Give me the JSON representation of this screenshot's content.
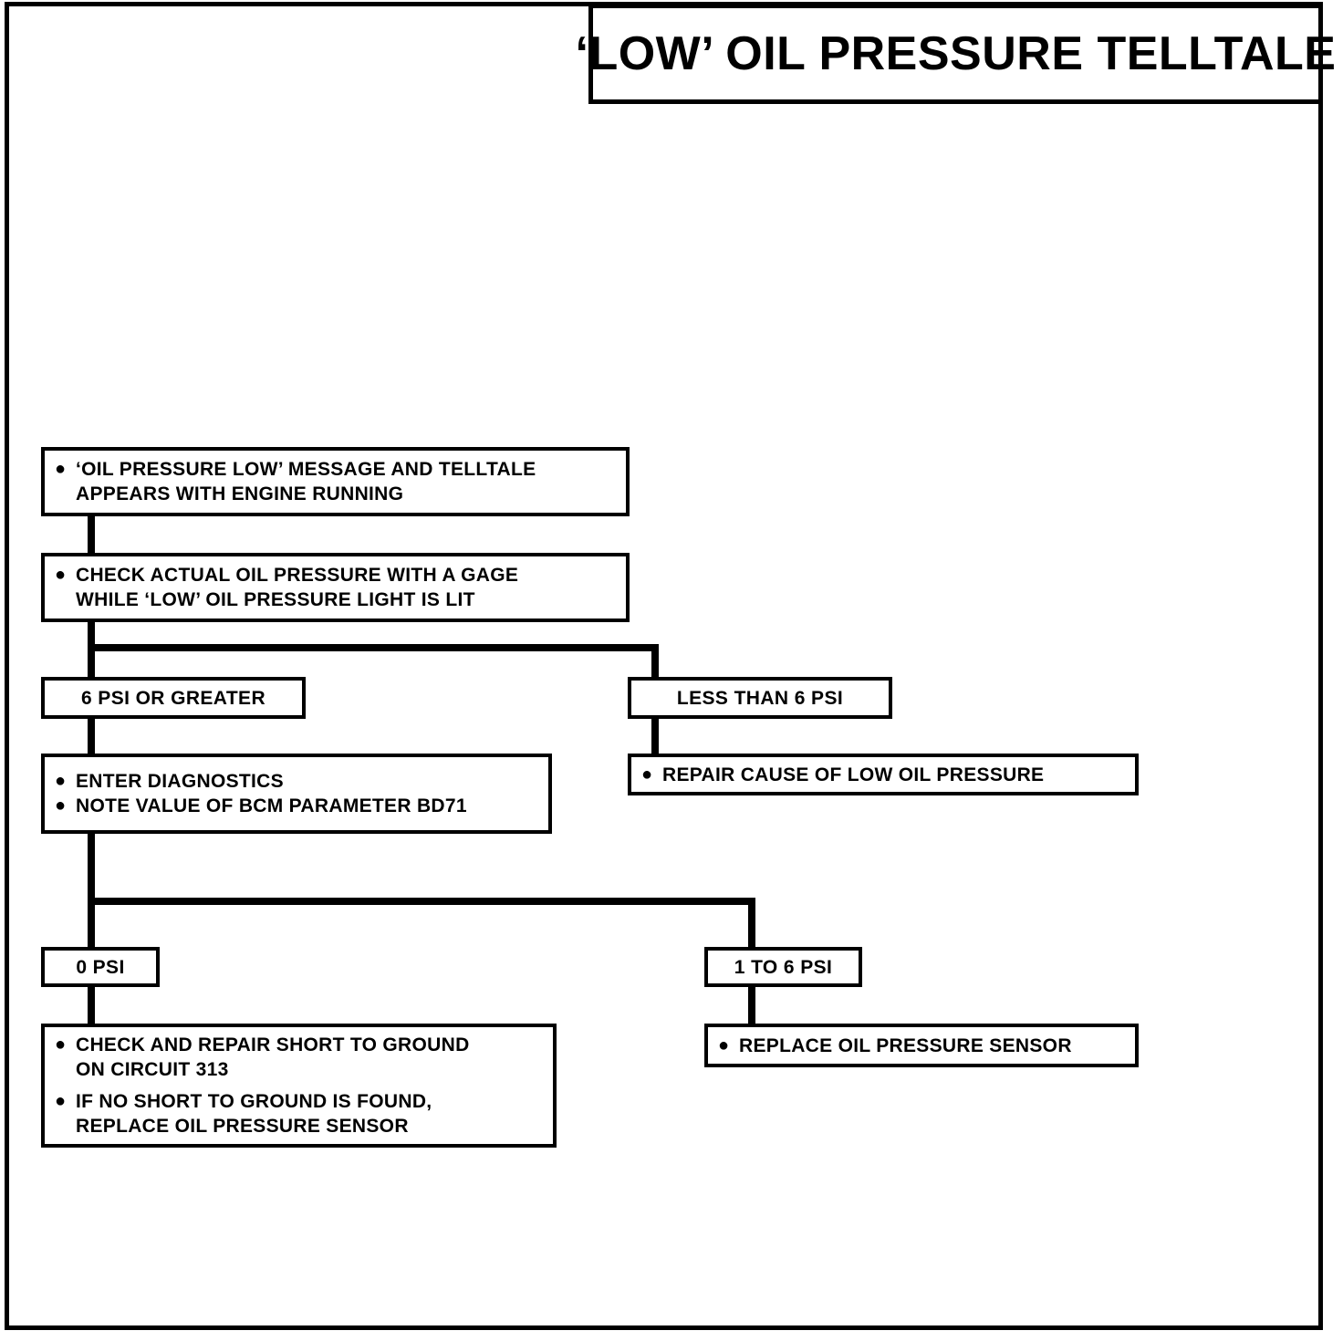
{
  "title": {
    "text": "‘LOW’ OIL PRESSURE TELLTALE"
  },
  "colors": {
    "line": "#000000",
    "background": "#ffffff",
    "text": "#000000"
  },
  "chart_data": {
    "type": "diagram",
    "title": "‘LOW’ OIL PRESSURE TELLTALE",
    "diagram_kind": "troubleshooting-flowchart",
    "nodes": [
      {
        "id": "n1",
        "kind": "bulleted",
        "bullets": [
          "‘OIL PRESSURE LOW’ MESSAGE AND TELLTALE\nAPPEARS WITH ENGINE RUNNING"
        ]
      },
      {
        "id": "n2",
        "kind": "bulleted",
        "bullets": [
          "CHECK ACTUAL OIL PRESSURE WITH A GAGE\nWHILE ‘LOW’ OIL PRESSURE LIGHT IS LIT"
        ]
      },
      {
        "id": "n3",
        "kind": "label",
        "label": "6 PSI OR GREATER"
      },
      {
        "id": "n4",
        "kind": "label",
        "label": "LESS THAN 6 PSI"
      },
      {
        "id": "n5",
        "kind": "bulleted",
        "bullets": [
          "ENTER DIAGNOSTICS",
          "NOTE VALUE OF BCM PARAMETER BD71"
        ]
      },
      {
        "id": "n6",
        "kind": "bulleted",
        "bullets": [
          "REPAIR CAUSE OF LOW OIL PRESSURE"
        ]
      },
      {
        "id": "n7",
        "kind": "label",
        "label": "0 PSI"
      },
      {
        "id": "n8",
        "kind": "label",
        "label": "1 TO 6 PSI"
      },
      {
        "id": "n9",
        "kind": "bulleted",
        "bullets": [
          "CHECK AND REPAIR SHORT TO GROUND\nON CIRCUIT 313",
          "IF NO SHORT TO GROUND IS FOUND,\nREPLACE OIL PRESSURE SENSOR"
        ]
      },
      {
        "id": "n10",
        "kind": "bulleted",
        "bullets": [
          "REPLACE OIL PRESSURE SENSOR"
        ]
      }
    ],
    "edges": [
      {
        "from": "n1",
        "to": "n2"
      },
      {
        "from": "n2",
        "to": "n3"
      },
      {
        "from": "n2",
        "to": "n4"
      },
      {
        "from": "n3",
        "to": "n5"
      },
      {
        "from": "n4",
        "to": "n6"
      },
      {
        "from": "n5",
        "to": "n7"
      },
      {
        "from": "n5",
        "to": "n8"
      },
      {
        "from": "n7",
        "to": "n9"
      },
      {
        "from": "n8",
        "to": "n10"
      }
    ]
  },
  "nodes": {
    "n1": {
      "bullet1_line1": "‘OIL PRESSURE LOW’ MESSAGE AND TELLTALE",
      "bullet1_line2": "APPEARS WITH ENGINE RUNNING",
      "bullet_glyph": "●"
    },
    "n2": {
      "bullet1_line1": "CHECK ACTUAL OIL PRESSURE WITH A GAGE",
      "bullet1_line2": "WHILE ‘LOW’ OIL PRESSURE LIGHT IS LIT",
      "bullet_glyph": "●"
    },
    "n3": {
      "label": "6 PSI OR GREATER"
    },
    "n4": {
      "label": "LESS THAN 6 PSI"
    },
    "n5": {
      "bullet1": "ENTER DIAGNOSTICS",
      "bullet2": "NOTE VALUE OF BCM PARAMETER BD71",
      "bullet_glyph": "●"
    },
    "n6": {
      "bullet1": "REPAIR CAUSE OF LOW OIL PRESSURE",
      "bullet_glyph": "●"
    },
    "n7": {
      "label": "0 PSI"
    },
    "n8": {
      "label": "1 TO 6 PSI"
    },
    "n9": {
      "bullet1_line1": "CHECK AND REPAIR SHORT TO GROUND",
      "bullet1_line2": "ON CIRCUIT 313",
      "bullet2_line1": "IF NO SHORT TO GROUND IS FOUND,",
      "bullet2_line2": "REPLACE OIL PRESSURE SENSOR",
      "bullet_glyph": "●"
    },
    "n10": {
      "bullet1": "REPLACE OIL PRESSURE SENSOR",
      "bullet_glyph": "●"
    }
  }
}
